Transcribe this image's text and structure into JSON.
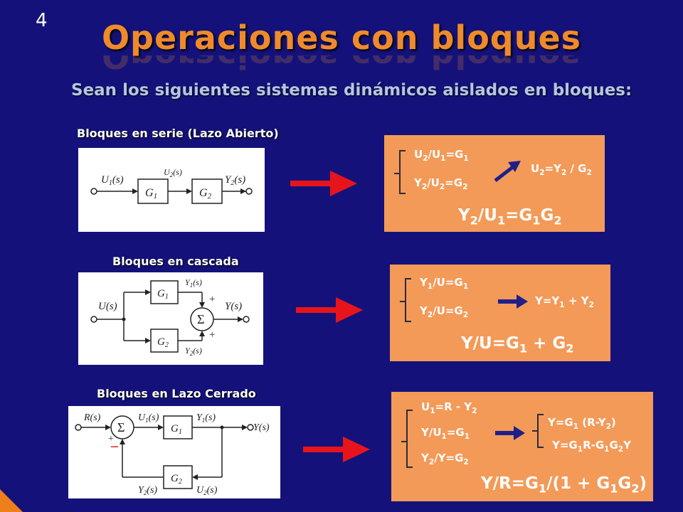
{
  "slide_number": "4",
  "title": "Operaciones con bloques",
  "subtitle": "Sean los siguientes sistemas dinámicos aislados en bloques:",
  "colors": {
    "background": "#14127a",
    "title": "#ef8a2c",
    "result_box": "#f39a58",
    "arrow": "#e8141b"
  },
  "series": {
    "heading": "Bloques en serie (Lazo Abierto)",
    "diagram": {
      "input": "U",
      "output": "Y",
      "middle": "U",
      "block1": "G",
      "block2": "G"
    }
  },
  "cascade": {
    "heading": "Bloques en cascada",
    "diagram": {
      "input": "U(s)",
      "output": "Y",
      "top_signal": "Y",
      "bottom_signal": "Y",
      "block1": "G",
      "block2": "G",
      "sum": "Σ",
      "plus": "+"
    }
  },
  "closed": {
    "heading": "Bloques en Lazo Cerrado",
    "diagram": {
      "input": "R(s)",
      "output": "Y(s)",
      "forward_in": "U",
      "forward_out": "Y",
      "feedback_out": "Y",
      "feedback_in": "U",
      "block1": "G",
      "block2": "G",
      "sum": "Σ",
      "plus": "+",
      "minus": "–"
    }
  }
}
